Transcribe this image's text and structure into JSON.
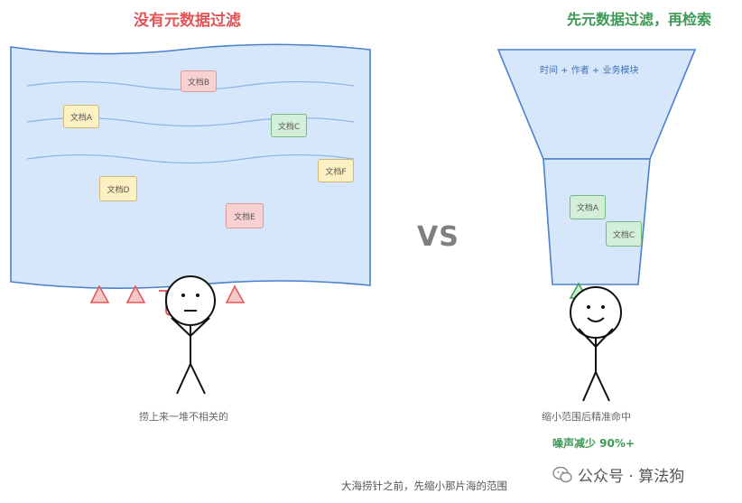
{
  "left_panel": {
    "title": "没有元数据过滤",
    "docs": [
      {
        "label": "文档B",
        "color": "red"
      },
      {
        "label": "文档A",
        "color": "yellow"
      },
      {
        "label": "文档C",
        "color": "green"
      },
      {
        "label": "文档F",
        "color": "yellow"
      },
      {
        "label": "文档D",
        "color": "yellow"
      },
      {
        "label": "文档E",
        "color": "red"
      }
    ],
    "caption": "捞上来一堆不相关的"
  },
  "vs_label": "VS",
  "right_panel": {
    "title": "先元数据过滤，再检索",
    "funnel_label": "时间 + 作者 + 业务模块",
    "docs": [
      {
        "label": "文档A",
        "color": "green"
      },
      {
        "label": "文档C",
        "color": "green"
      }
    ],
    "caption": "缩小范围后精准命中",
    "noise_reduction": "噪声减少 90%+"
  },
  "bottom_caption": "大海捞针之前，先缩小那片海的范围",
  "watermark": "公众号 · 算法狗",
  "colors": {
    "red_title": "#e05557",
    "green_title": "#3d9a55",
    "blue_fill": "#d6e7fb",
    "blue_stroke": "#4a80cc"
  }
}
